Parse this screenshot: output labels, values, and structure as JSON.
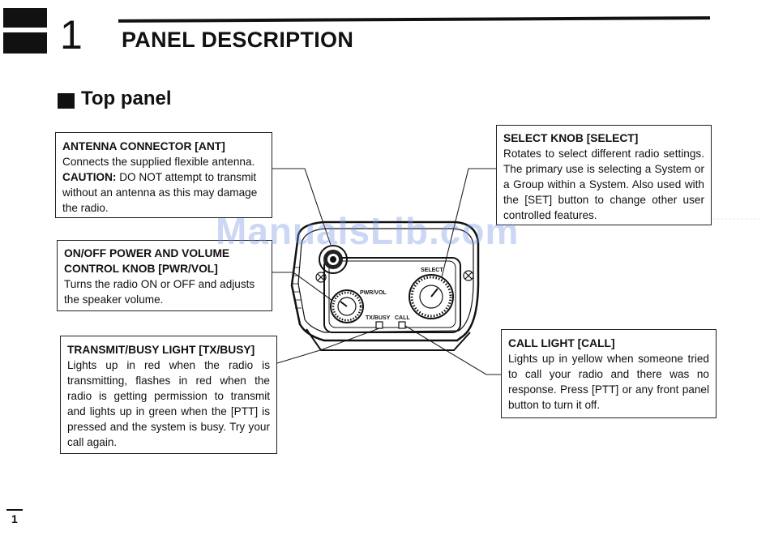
{
  "chapter": {
    "number": "1",
    "title": "PANEL DESCRIPTION"
  },
  "section": {
    "title": "Top panel"
  },
  "callouts": {
    "antenna": {
      "heading": "ANTENNA CONNECTOR [ANT]",
      "line1": "Connects the supplied flexible antenna.",
      "caution_label": "CAUTION:",
      "caution_text": " DO NOT attempt to transmit without an antenna as this may damage the radio."
    },
    "power": {
      "heading": "ON/OFF POWER AND VOLUME CONTROL KNOB [PWR/VOL]",
      "text": "Turns the radio ON or OFF and adjusts the speaker volume."
    },
    "txbusy": {
      "heading": "TRANSMIT/BUSY LIGHT [TX/BUSY]",
      "text": "Lights up in red when the radio is transmitting, flashes in red when the radio is getting permission to transmit and lights up in green when the [PTT] is pressed and the system is busy. Try your call again."
    },
    "select": {
      "heading": "SELECT KNOB [SELECT]",
      "text": "Rotates to select different radio settings. The primary use is selecting a System or a Group within a System. Also used with the [SET] button to change other user controlled features."
    },
    "call": {
      "heading": "CALL LIGHT [CALL]",
      "text": "Lights up in yellow when someone tried to call your radio and there was no response. Press [PTT] or any front panel button to turn it off."
    }
  },
  "radio_labels": {
    "select": "SELECT",
    "pwr_vol": "PWR/VOL",
    "tx_busy": "TX/BUSY",
    "call": "CALL"
  },
  "watermark": "ManualsLib.com",
  "page_number": "1"
}
